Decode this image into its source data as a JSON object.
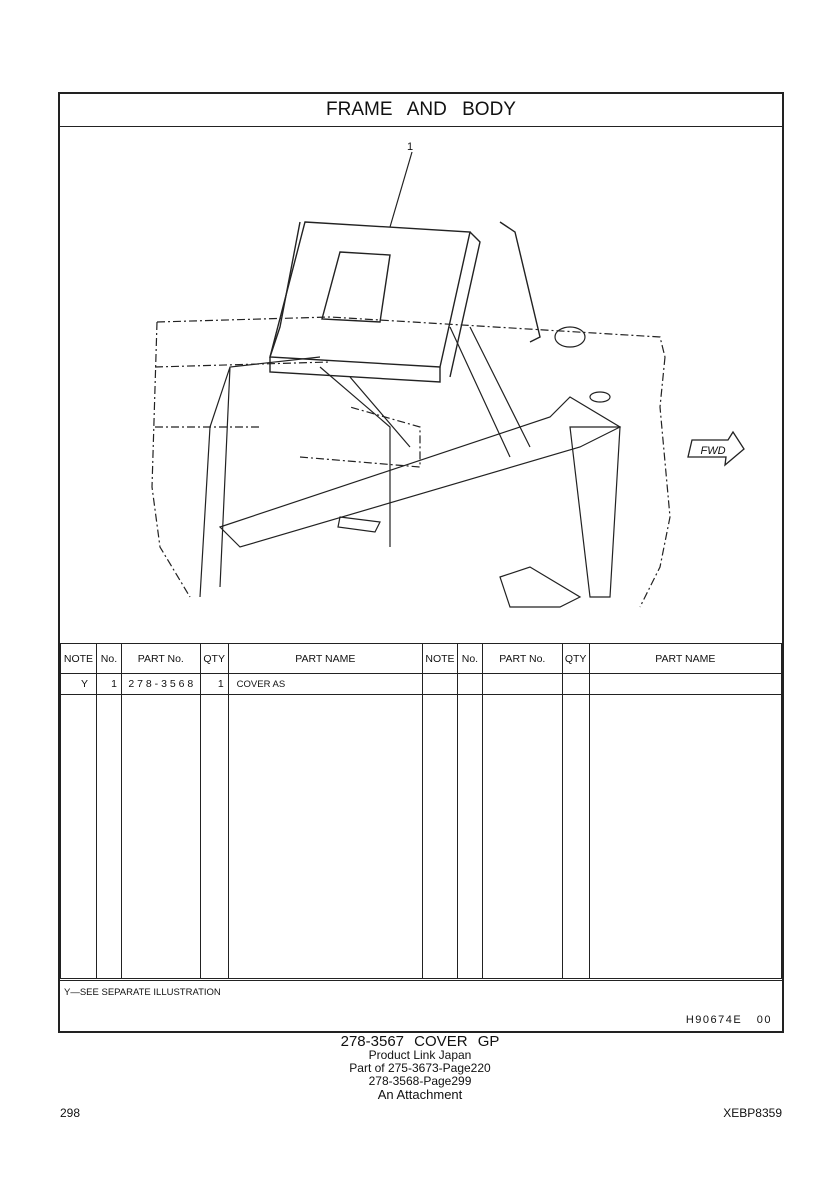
{
  "title": "FRAME AND BODY",
  "illustration": {
    "callout": "1",
    "fwd_label": "FWD"
  },
  "table": {
    "headers": [
      "NOTE",
      "No.",
      "PART No.",
      "QTY",
      "PART NAME",
      "NOTE",
      "No.",
      "PART No.",
      "QTY",
      "PART NAME"
    ],
    "rows": [
      {
        "note": "Y",
        "no": "1",
        "part_no": "2 7 8 - 3 5 6 8",
        "qty": "1",
        "name": "COVER AS"
      }
    ]
  },
  "footnote": "Y—SEE SEPARATE ILLUSTRATION",
  "drawing_code": "H90674E 00",
  "caption": {
    "main": "278-3567 COVER GP",
    "line1": "Product Link Japan",
    "line2": "Part of 275-3673-Page220",
    "line3": "278-3568-Page299",
    "line4": "An Attachment"
  },
  "page_number": "298",
  "doc_number": "XEBP8359"
}
